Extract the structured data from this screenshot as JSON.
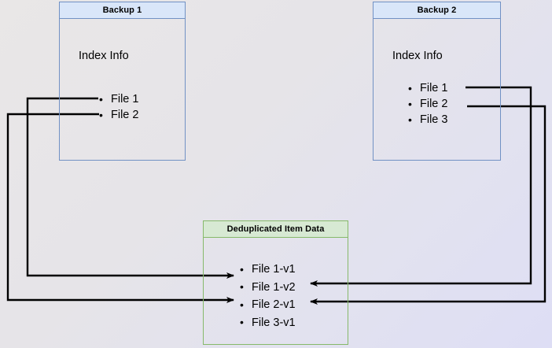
{
  "diagram": {
    "title_semantic": "backup-deduplication-diagram",
    "background": {
      "color_start": "#e9e7e7",
      "color_end": "#dedef5"
    },
    "nodes": [
      {
        "id": "backup-1",
        "header": "Backup 1",
        "section_label": "Index Info",
        "items": [
          "File 1",
          "File 2"
        ],
        "border_color": "#7191c4",
        "header_fill": "#d9e6f9"
      },
      {
        "id": "backup-2",
        "header": "Backup 2",
        "section_label": "Index Info",
        "items": [
          "File 1",
          "File 2",
          "File 3"
        ],
        "border_color": "#7191c4",
        "header_fill": "#d9e6f9"
      },
      {
        "id": "deduplicated-item-data",
        "header": "Deduplicated Item Data",
        "items": [
          "File 1-v1",
          "File 1-v2",
          "File 2-v1",
          "File 3-v1"
        ],
        "border_color": "#86b96a",
        "header_fill": "#d7e9d3"
      }
    ],
    "edges": [
      {
        "id": "b1-file1-to-file1v1",
        "from": "Backup 1 / File 1",
        "to": "Deduplicated Item Data / File 1-v1",
        "color": "#000000"
      },
      {
        "id": "b1-file2-to-file2v1",
        "from": "Backup 1 / File 2",
        "to": "Deduplicated Item Data / File 2-v1",
        "color": "#000000"
      },
      {
        "id": "b2-file1-to-file1v2",
        "from": "Backup 2 / File 1",
        "to": "Deduplicated Item Data / File 1-v2",
        "color": "#000000"
      },
      {
        "id": "b2-file2-to-file2v1",
        "from": "Backup 2 / File 2",
        "to": "Deduplicated Item Data / File 2-v1",
        "color": "#000000"
      }
    ]
  }
}
